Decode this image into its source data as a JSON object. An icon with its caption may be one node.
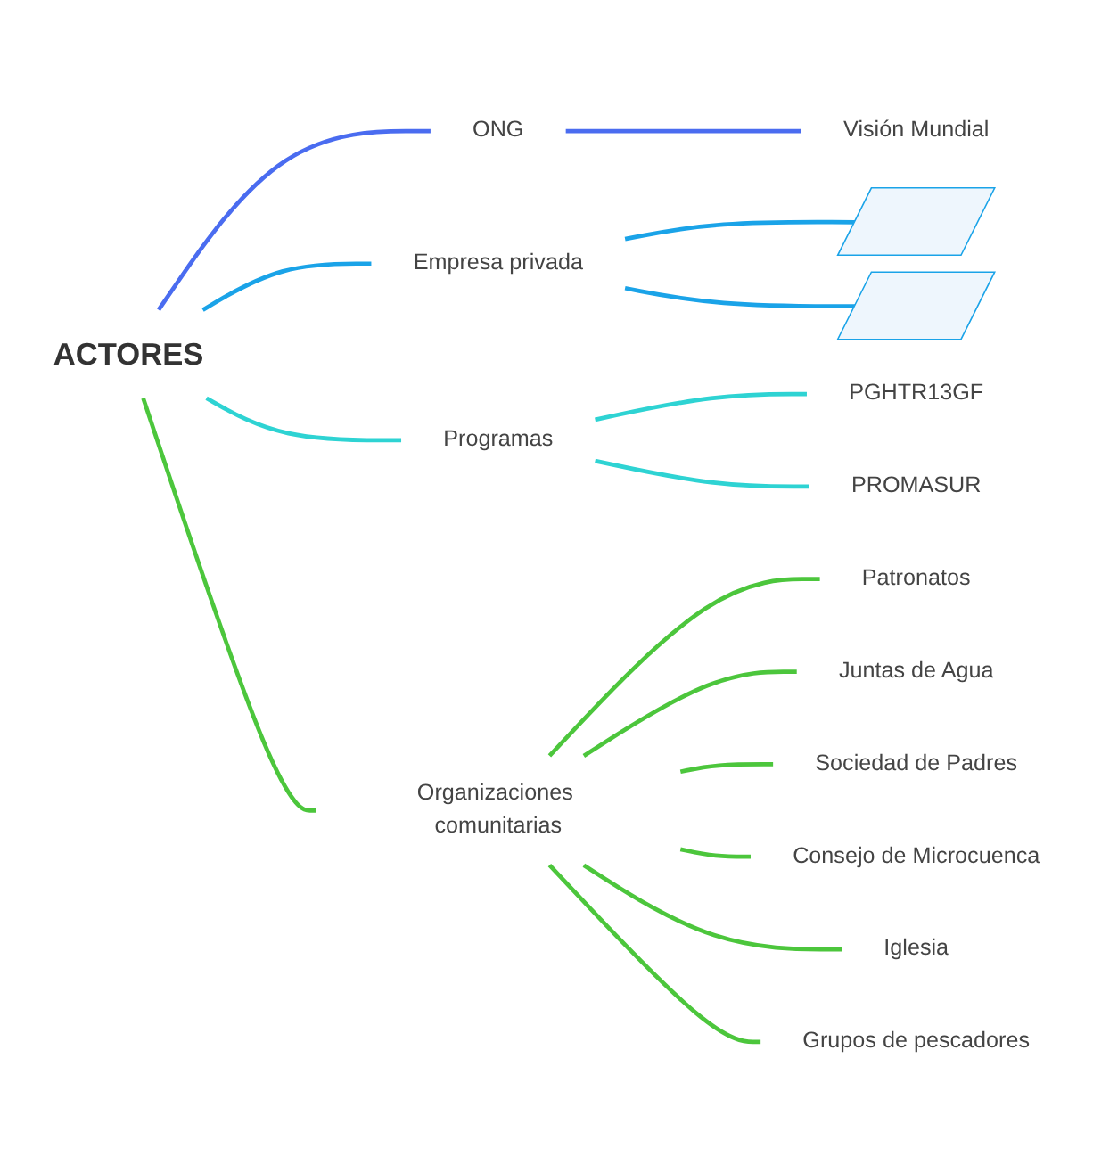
{
  "diagram": {
    "nodes": [
      {
        "text": [
          "ACTORES"
        ]
      },
      {
        "text": [
          "ONG"
        ]
      },
      {
        "text": [
          "Visión Mundial"
        ]
      },
      {
        "text": [
          "Empresa privada"
        ]
      },
      {
        "text": [],
        "shape": "bar"
      },
      {
        "text": [],
        "shape": "bar"
      },
      {
        "text": [
          "Programas"
        ]
      },
      {
        "text": [
          "PGHTR13GF"
        ]
      },
      {
        "text": [
          "PROMASUR"
        ]
      },
      {
        "text": [
          "Organizaciones comunitarias"
        ]
      },
      {
        "text": [
          "Patronatos"
        ]
      },
      {
        "text": [
          "Juntas de Agua"
        ]
      },
      {
        "text": [
          "Sociedad de Padres"
        ]
      },
      {
        "text": [
          "Consejo de Microcuenca"
        ]
      },
      {
        "text": [
          "Iglesia"
        ]
      },
      {
        "text": [
          "Grupos de pescadores"
        ]
      }
    ],
    "edges": [
      {
        "from": 0,
        "to": 1,
        "arrow": "none",
        "color": "#4a6cf0"
      },
      {
        "from": 1,
        "to": 2,
        "arrow": "none",
        "color": "#4a6cf0"
      },
      {
        "from": 0,
        "to": 3,
        "arrow": "none",
        "color": "#1aa3e8"
      },
      {
        "from": 3,
        "to": 4,
        "arrow": "none",
        "color": "#1aa3e8"
      },
      {
        "from": 3,
        "to": 5,
        "arrow": "none",
        "color": "#1aa3e8"
      },
      {
        "from": 0,
        "to": 6,
        "arrow": "none",
        "color": "#2ed3d3"
      },
      {
        "from": 6,
        "to": 7,
        "arrow": "none",
        "color": "#2ed3d3"
      },
      {
        "from": 6,
        "to": 8,
        "arrow": "none",
        "color": "#2ed3d3"
      },
      {
        "from": 0,
        "to": 9,
        "arrow": "none"
      },
      {
        "from": 9,
        "to": 10,
        "arrow": "none"
      },
      {
        "from": 9,
        "to": 11,
        "arrow": "none"
      },
      {
        "from": 9,
        "to": 12,
        "arrow": "none"
      },
      {
        "from": 9,
        "to": 13,
        "arrow": "none"
      },
      {
        "from": 9,
        "to": 14,
        "arrow": "none"
      },
      {
        "from": 9,
        "to": 15,
        "arrow": "none"
      }
    ]
  }
}
